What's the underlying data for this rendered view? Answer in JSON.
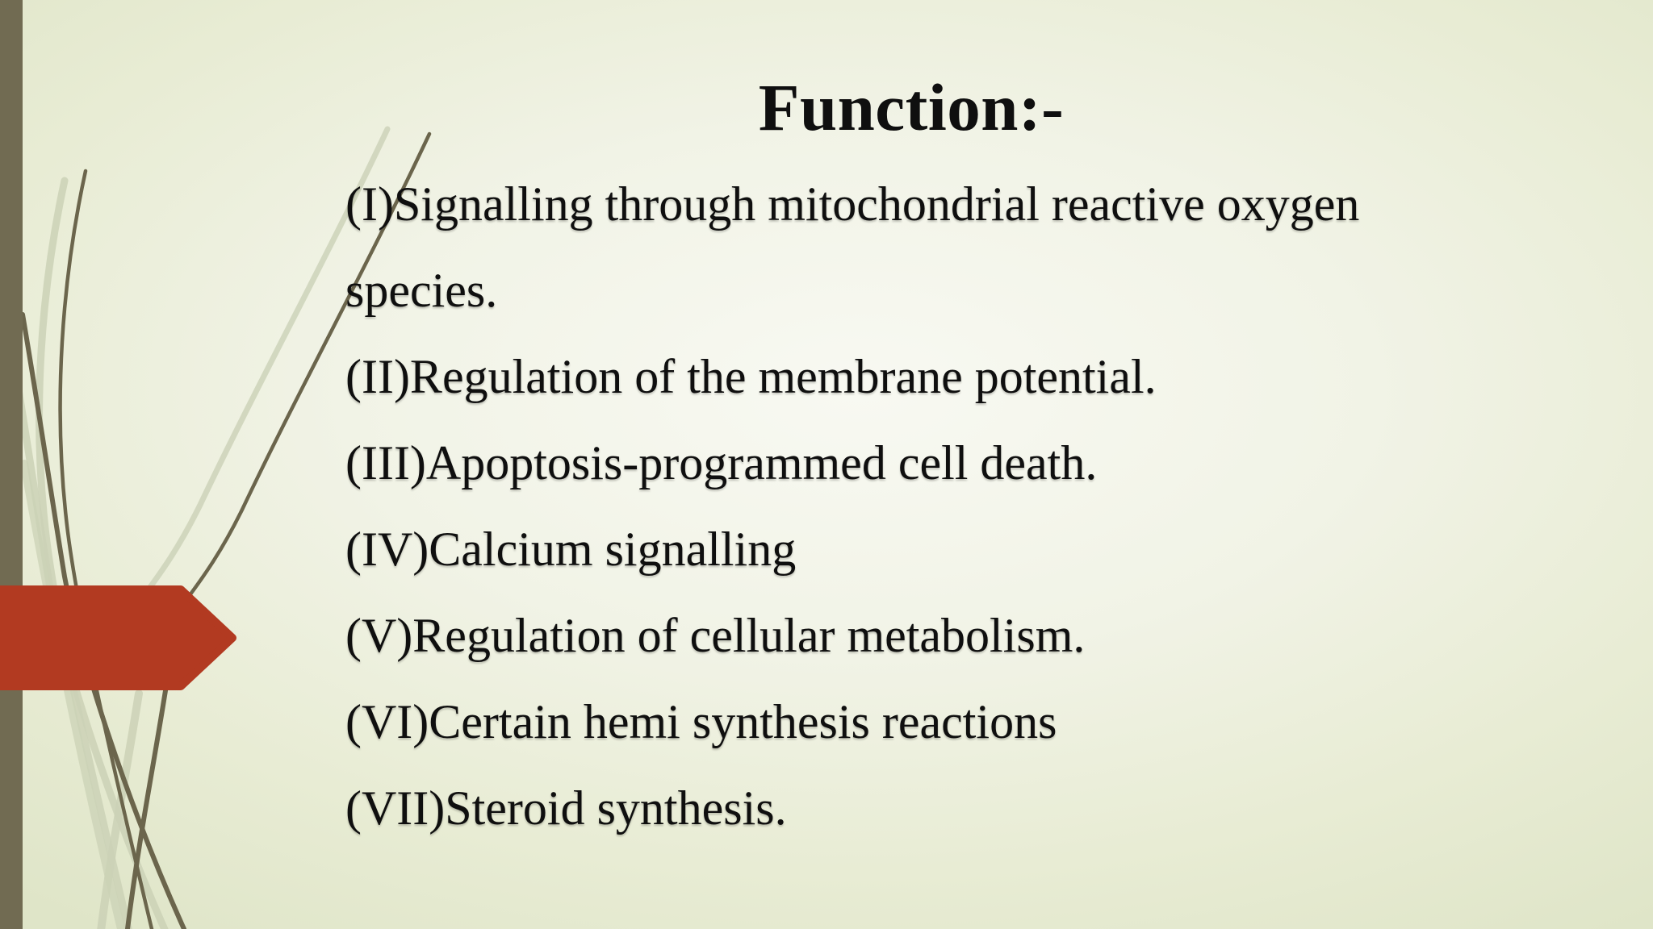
{
  "slide": {
    "title": "Function:-",
    "items": [
      "(I)Signalling through mitochondrial reactive oxygen species.",
      "(II)Regulation of the membrane potential.",
      "(III)Apoptosis-programmed cell death.",
      "(IV)Calcium signalling",
      "(V)Regulation of cellular metabolism.",
      "(VI)Certain hemi synthesis reactions",
      "(VII)Steroid synthesis."
    ],
    "colors": {
      "arrow": "#b23a21",
      "bar": "#716b52",
      "stem_dark": "#6b654c",
      "stem_light": "#cbd1b6",
      "bg_center": "#f8f9f2",
      "bg_mid": "#e8ecd4",
      "bg_edge": "#dfe5c8",
      "text": "#0f0f0f"
    }
  }
}
